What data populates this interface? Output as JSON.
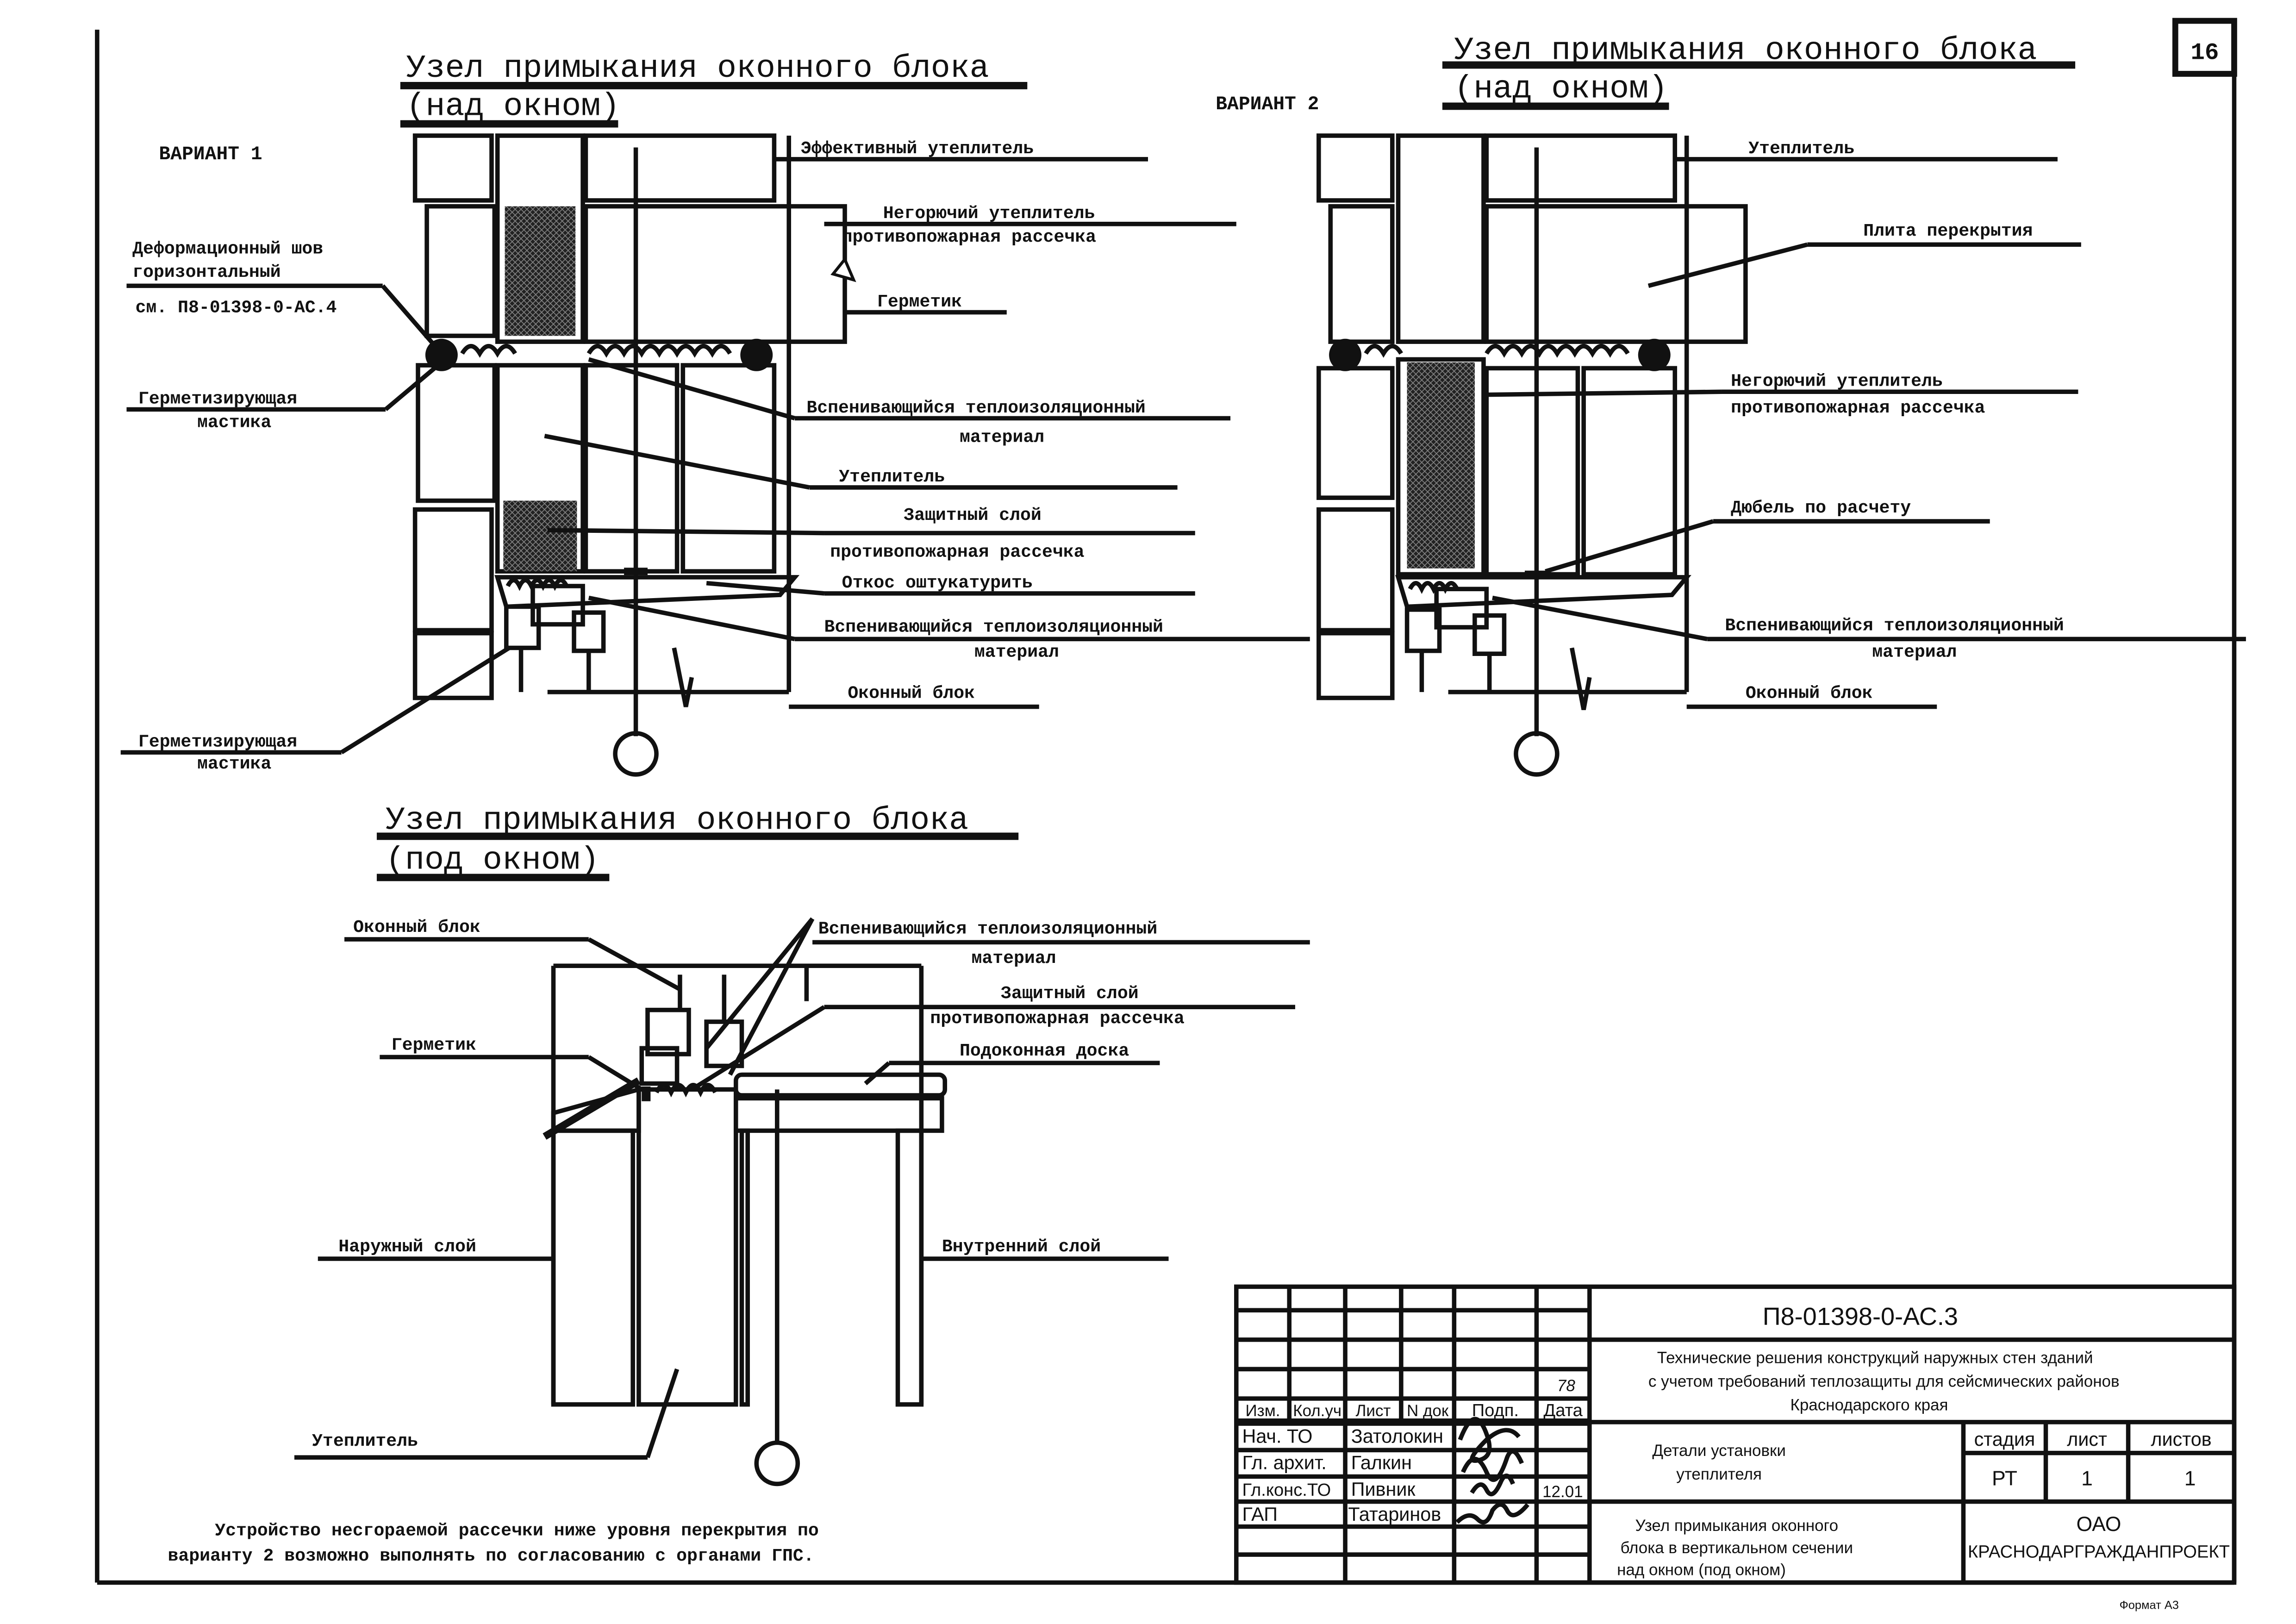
{
  "sheet": {
    "number": "16",
    "format_label": "Формат  А3"
  },
  "v1": {
    "title": "Узел примыкания оконного блока",
    "subtitle": "(над окном)",
    "variant": "ВАРИАНТ 1",
    "labels": {
      "effective_insulation": "Эффективный утеплитель",
      "fireproof_insulation": "Негорючий утеплитель",
      "fire_break": "противопожарная рассечка",
      "deformation_joint_1": "Деформационный шов",
      "deformation_joint_2": "горизонтальный",
      "deformation_joint_ref": "см. П8-01398-0-АС.4",
      "sealant": "Герметик",
      "sealing_mastic_top_1": "Герметизирующая",
      "sealing_mastic_top_2": "мастика",
      "foaming_material_1": "Вспенивающийся теплоизоляционный",
      "foaming_material_2": "материал",
      "insulation": "Утеплитель",
      "protective_layer": "Защитный слой",
      "fire_break_2": "противопожарная рассечка",
      "slope_plaster": "Откос оштукатурить",
      "foaming_material_b1": "Вспенивающийся теплоизоляционный",
      "foaming_material_b2": "материал",
      "window_block": "Оконный блок",
      "sealing_mastic_bottom_1": "Герметизирующая",
      "sealing_mastic_bottom_2": "мастика"
    }
  },
  "v2": {
    "title": "Узел примыкания оконного блока",
    "subtitle": "(над окном)",
    "variant": "ВАРИАНТ 2",
    "labels": {
      "insulation": "Утеплитель",
      "floor_slab": "Плита перекрытия",
      "fireproof_insulation": "Негорючий утеплитель",
      "fire_break": "противопожарная рассечка",
      "dowel": "Дюбель по расчету",
      "foaming_material_1": "Вспенивающийся теплоизоляционный",
      "foaming_material_2": "материал",
      "window_block": "Оконный блок"
    }
  },
  "v3": {
    "title": "Узел примыкания оконного блока",
    "subtitle": "(под   окном)",
    "labels": {
      "window_block": "Оконный блок",
      "foaming_material_1": "Вспенивающийся теплоизоляционный",
      "foaming_material_2": "материал",
      "protective_layer": "Защитный слой",
      "fire_break": "противопожарная рассечка",
      "sill_board": "Подоконная доска",
      "sealant": "Герметик",
      "outer_layer": "Наружный слой",
      "inner_layer": "Внутренний слой",
      "insulation": "Утеплитель"
    }
  },
  "note": {
    "line1": "Устройство несгораемой рассечки ниже уровня перекрытия по",
    "line2": "варианту 2 возможно выполнять по согласованию с органами ГПС."
  },
  "title_block": {
    "doc_code": "П8-01398-0-АС.3",
    "project_1": "Технические решения конструкций наружных стен зданий",
    "project_2": "с учетом требований теплозащиты для сейсмических районов",
    "project_3": "Краснодарского края",
    "section_1": "Детали установки",
    "section_2": "утеплителя",
    "sheet_title_1": "Узел примыкания оконного",
    "sheet_title_2": "блока в вертикальном сечении",
    "sheet_title_3": "над окном (под окном)",
    "stage_header": "стадия",
    "sheet_header": "лист",
    "sheets_header": "листов",
    "stage": "РТ",
    "sheet": "1",
    "sheets": "1",
    "org_1": "ОАО",
    "org_2": "КРАСНОДАРГРАЖДАНПРОЕКТ",
    "cols": [
      "Изм.",
      "Кол.уч",
      "Лист",
      "N док",
      "Подп.",
      "Дата"
    ],
    "roles": [
      "Нач. ТО",
      "Гл. архит.",
      "Гл.конс.ТО",
      "ГАП"
    ],
    "names": [
      "Затолокин",
      "Галкин",
      "Пивник",
      "Татаринов"
    ],
    "date": "12.01",
    "handwritten_mark": "78"
  }
}
